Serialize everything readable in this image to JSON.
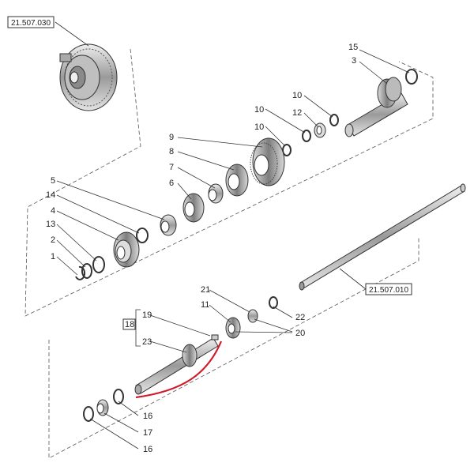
{
  "refs": {
    "top_left": "21.507.030",
    "shaft": "21.507.010"
  },
  "callouts": {
    "c15": "15",
    "c3": "3",
    "c10a": "10",
    "c12": "12",
    "c10b": "10",
    "c10c": "10",
    "c9": "9",
    "c8": "8",
    "c7": "7",
    "c6": "6",
    "c5": "5",
    "c14": "14",
    "c4": "4",
    "c13": "13",
    "c2": "2",
    "c1": "1",
    "c21": "21",
    "c11": "11",
    "c22": "22",
    "c20": "20",
    "c19": "19",
    "c18": "18",
    "c23": "23",
    "c16a": "16",
    "c17": "17",
    "c16b": "16"
  },
  "colors": {
    "highlight": "#d11a2a",
    "line": "#333333"
  }
}
